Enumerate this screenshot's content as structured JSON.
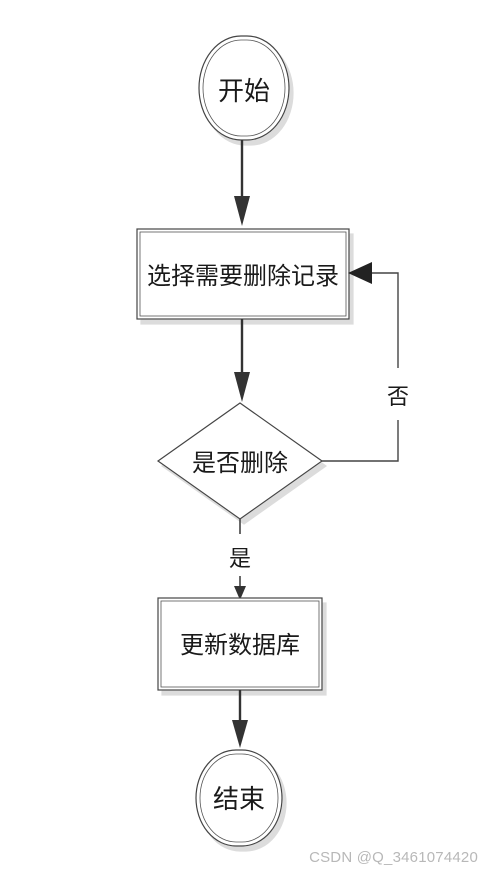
{
  "flowchart": {
    "nodes": {
      "start": {
        "label": "开始",
        "shape": "rounded"
      },
      "select": {
        "label": "选择需要删除记录",
        "shape": "rectangle"
      },
      "decision": {
        "label": "是否删除",
        "shape": "diamond"
      },
      "update": {
        "label": "更新数据库",
        "shape": "rectangle"
      },
      "end": {
        "label": "结束",
        "shape": "rounded"
      }
    },
    "edges": {
      "start_to_select": {
        "label": ""
      },
      "select_to_decision": {
        "label": ""
      },
      "decision_yes": {
        "label": "是"
      },
      "decision_no": {
        "label": "否"
      },
      "update_to_end": {
        "label": ""
      }
    }
  },
  "watermark": "CSDN @Q_3461074420",
  "colors": {
    "stroke": "#333333",
    "shadow": "#e4e4e4",
    "arrow": "#333333",
    "text": "#1a1a1a"
  }
}
